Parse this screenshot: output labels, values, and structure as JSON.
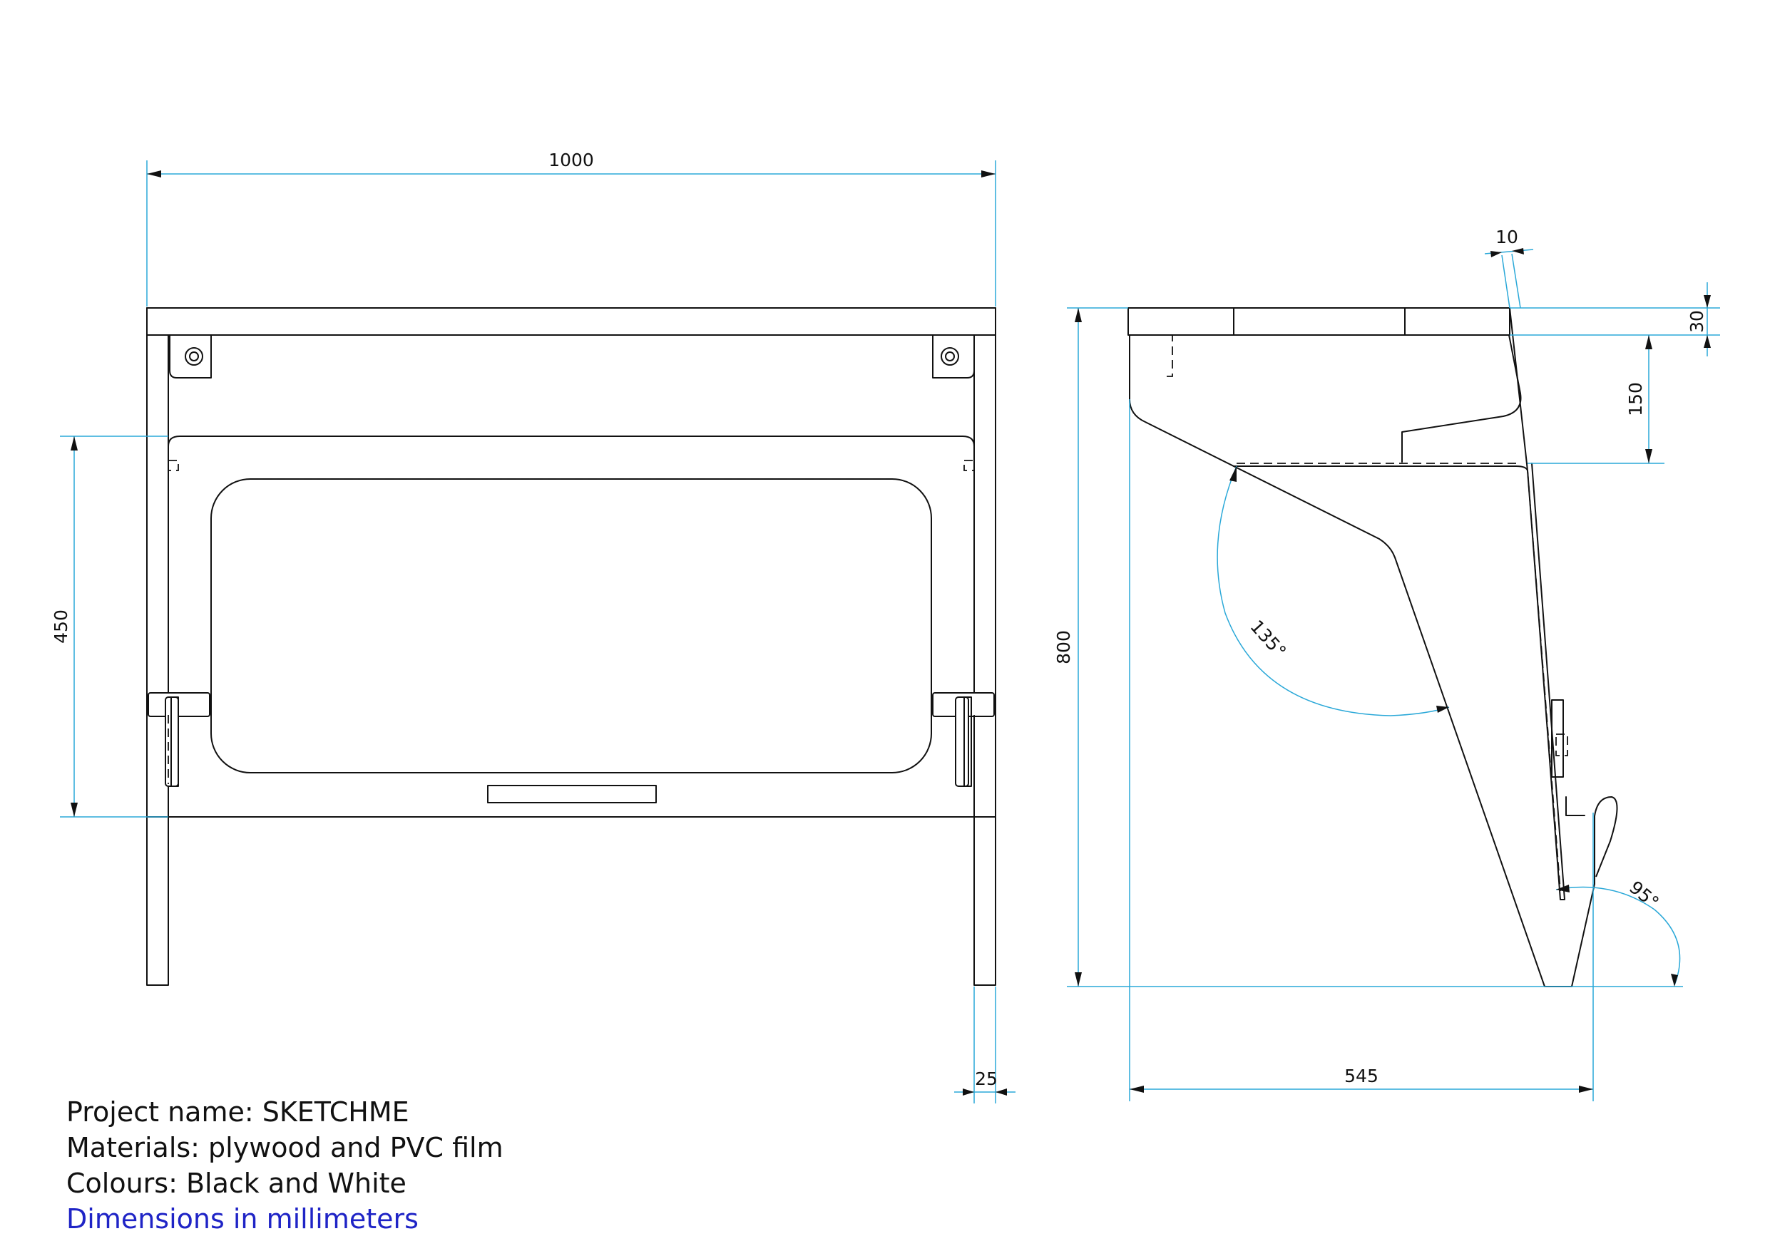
{
  "dimensions": {
    "width_total": "1000",
    "height_panel": "450",
    "leg_width": "25",
    "height_total": "800",
    "depth": "545",
    "top_thickness": "30",
    "drop": "150",
    "board_thickness": "10",
    "angle_desk": "135°",
    "angle_back": "95°"
  },
  "info": {
    "project": "Project name:  SKETCHME",
    "materials": "Materials:  plywood and PVC film",
    "colours": "Colours: Black and White",
    "units": "Dimensions in millimeters"
  },
  "colors": {
    "line": "#111111",
    "dimension": "#2aa8d8",
    "units_note": "#1f24c6"
  }
}
